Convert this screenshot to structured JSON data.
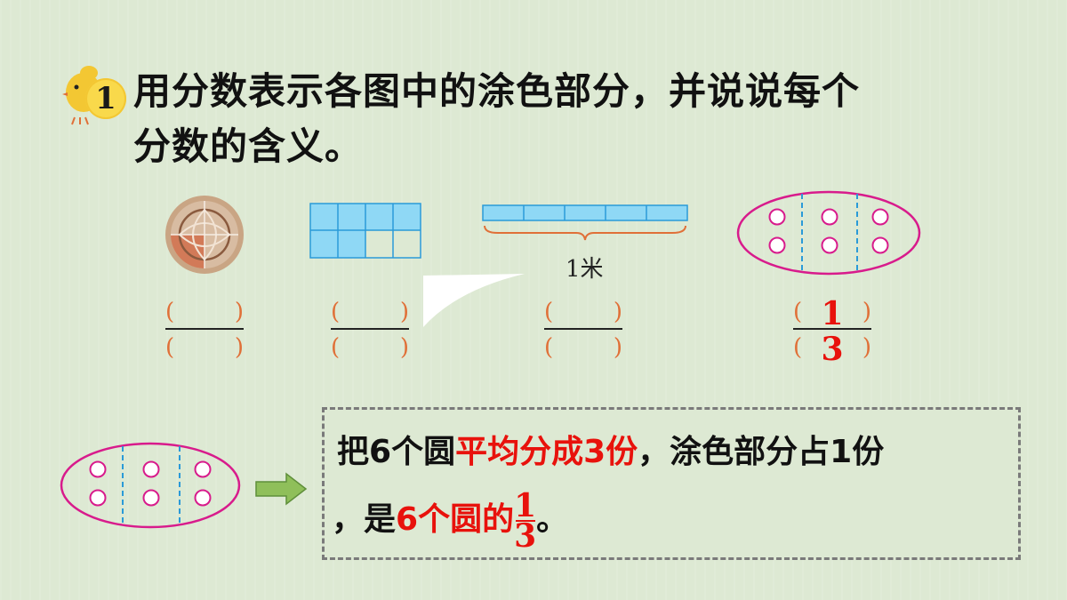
{
  "problem": {
    "number": "1",
    "title_line1": "用分数表示各图中的涂色部分，并说说每个",
    "title_line2": "分数的含义。"
  },
  "figures": {
    "rope_label": "1米"
  },
  "blanks": [
    {
      "open": "(",
      "close": ")",
      "numerator": "",
      "denominator": ""
    },
    {
      "open": "(",
      "close": ")",
      "numerator": "",
      "denominator": ""
    },
    {
      "open": "(",
      "close": ")",
      "numerator": "",
      "denominator": ""
    },
    {
      "open": "(",
      "close": ")",
      "numerator": "1",
      "denominator": "3"
    }
  ],
  "explanation": {
    "p1": "把",
    "p2": "6个圆",
    "p3": "平均分成3份",
    "p4": "，涂色部分占",
    "p5": "1份",
    "p6": "，是",
    "p7": "6个圆的",
    "frac_num": "1",
    "frac_den": "3",
    "p8": "。"
  },
  "colors": {
    "accent_red": "#e8120c",
    "paren_orange": "#e07038",
    "ellipse_magenta": "#d81b8c",
    "grid_blue": "#2a9ad8",
    "arrow_green": "#8fbf5a"
  }
}
